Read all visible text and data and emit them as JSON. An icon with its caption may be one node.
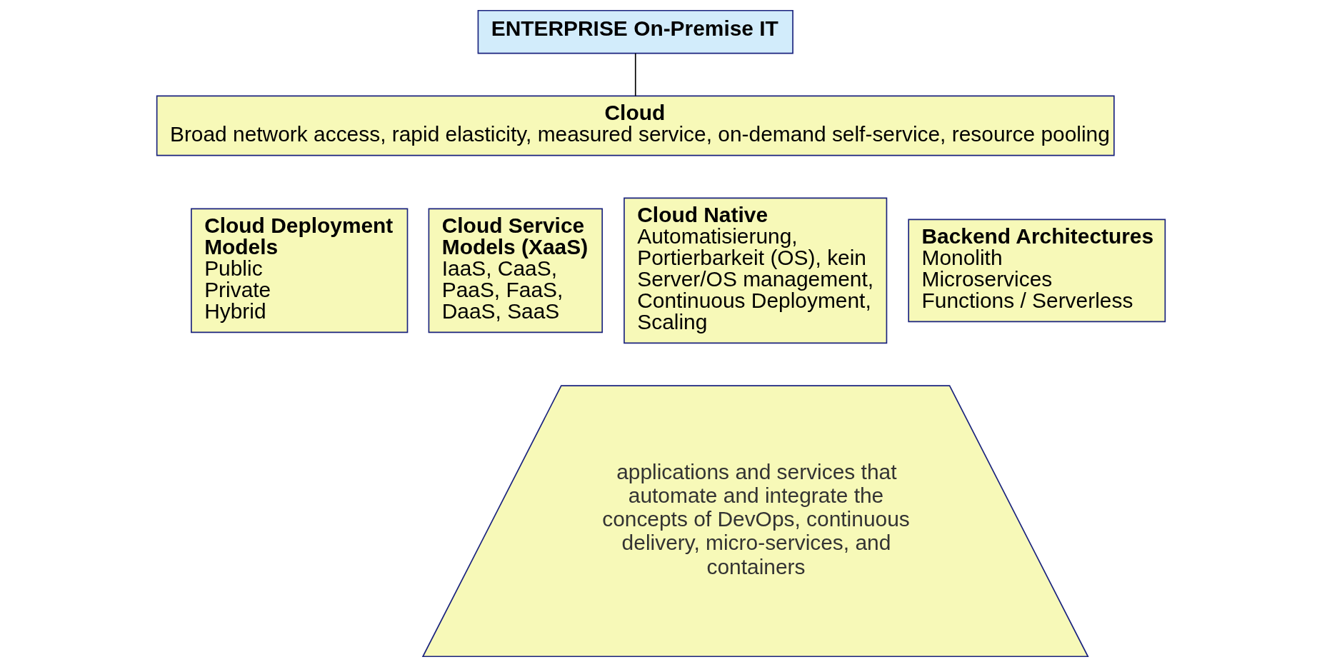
{
  "diagram": {
    "nodes": [
      {
        "text": [
          "ENTERPRISE On-Premise IT"
        ]
      },
      {
        "text": [
          "Cloud",
          "Broad network access, rapid elasticity, measured service, on-demand self-service, resource pooling"
        ]
      },
      {
        "text": [
          "Cloud Deployment Models",
          "Public",
          "Private",
          "Hybrid"
        ]
      },
      {
        "text": [
          "Cloud Service Models (XaaS)",
          "IaaS, CaaS, PaaS, FaaS, DaaS, SaaS"
        ]
      },
      {
        "text": [
          "Cloud Native",
          "Automatisierung, Portierbarkeit (OS), kein Server/OS management, Continuous Deployment, Scaling"
        ]
      },
      {
        "text": [
          "Backend Architectures",
          "Monolith",
          "Microservices",
          "Functions / Serverless"
        ]
      },
      {
        "text": [
          "applications and services that automate and integrate the concepts of DevOps, continuous delivery, micro-services, and containers"
        ]
      }
    ],
    "edges": [
      {
        "from": 0,
        "to": 1,
        "arrow": "none"
      }
    ]
  }
}
